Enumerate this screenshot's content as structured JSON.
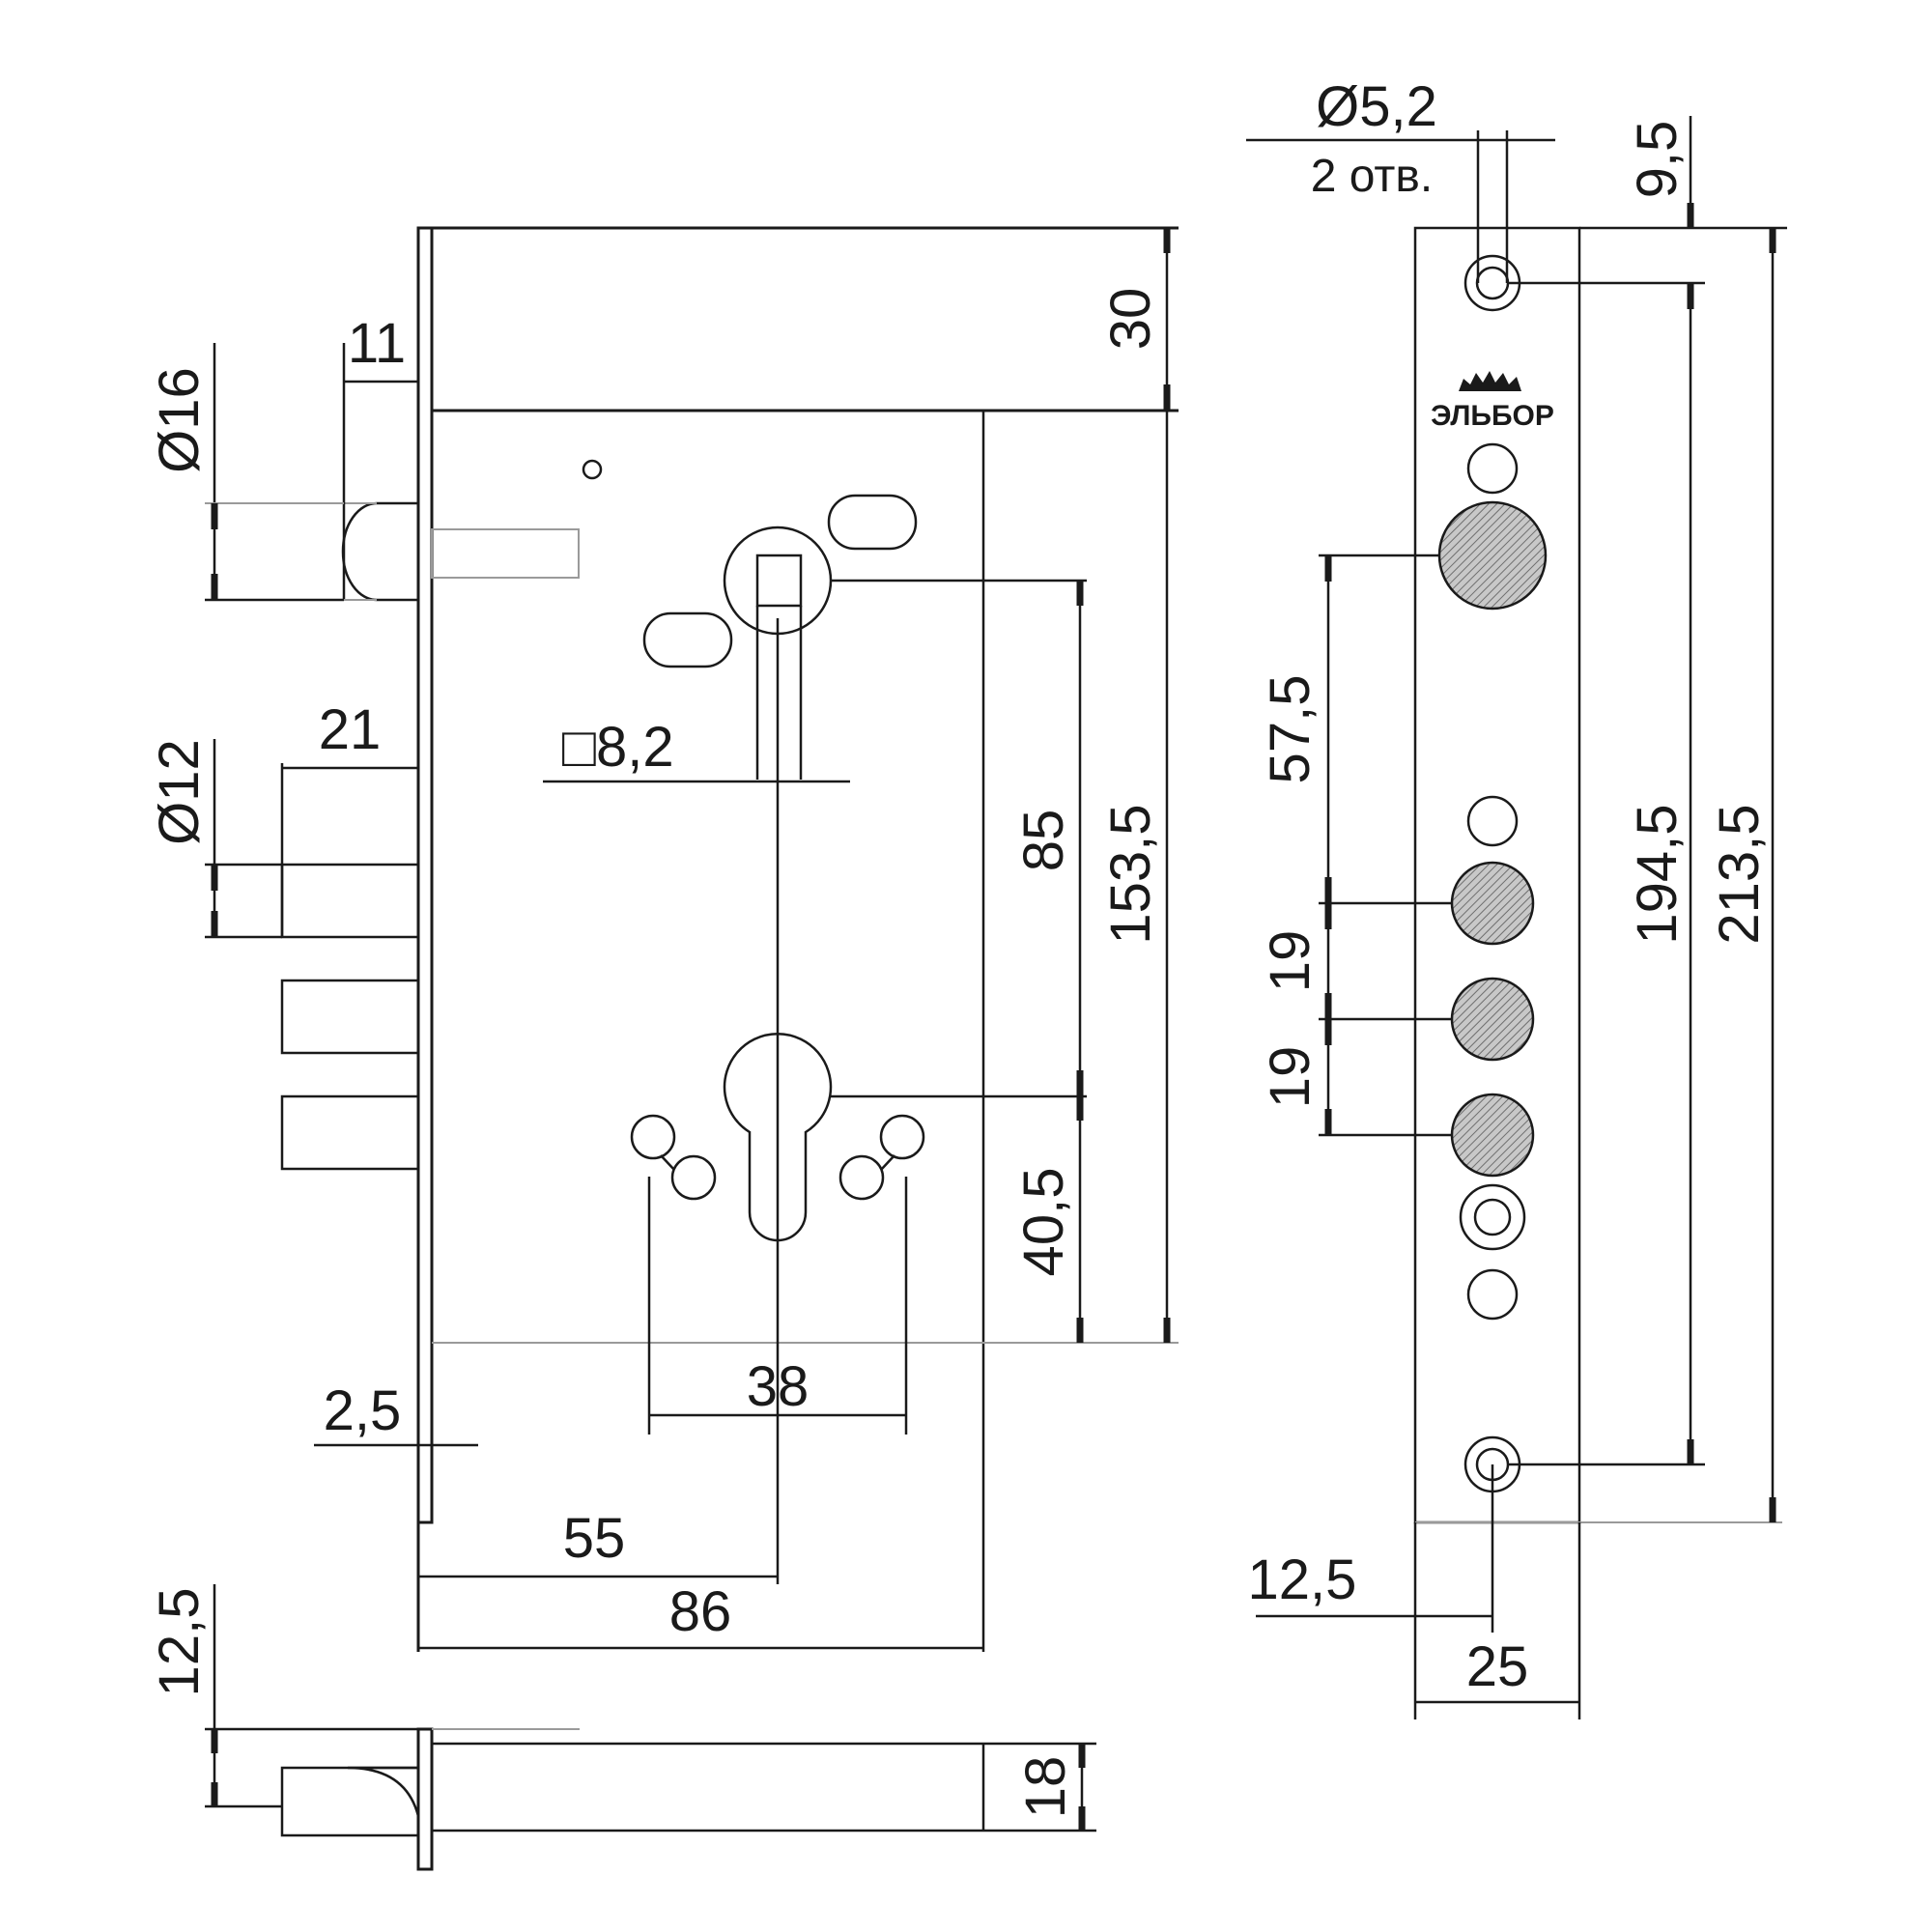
{
  "drawing": {
    "title": "Mortise lock dimensional drawing",
    "brand": "ЭЛЬБОР"
  },
  "dimensions": {
    "bolt_diameter": "Ø16",
    "bolt_offset": "11",
    "spindle_square": "□8,2",
    "rod_diameter": "Ø12",
    "rod_offset": "21",
    "top_height": "30",
    "spindle_to_cylinder": "85",
    "spindle_to_bottom": "153,5",
    "cylinder_to_bottom": "40,5",
    "cylinder_width": "38",
    "faceplate_thickness": "2,5",
    "backset": "55",
    "body_width": "86",
    "latch_offset": "12,5",
    "latch_height": "18",
    "hole_diameter": "Ø5,2",
    "hole_count": "2 отв.",
    "hole_to_top": "9,5",
    "bolt_spacing_1": "57,5",
    "bolt_spacing_2": "19",
    "bolt_spacing_3": "19",
    "hole_spacing": "194,5",
    "plate_length": "213,5",
    "plate_center": "12,5",
    "plate_width": "25"
  },
  "colors": {
    "line": "#1a1a1a",
    "hatch": "#b0b0b0",
    "guide": "#9a9a9a"
  }
}
